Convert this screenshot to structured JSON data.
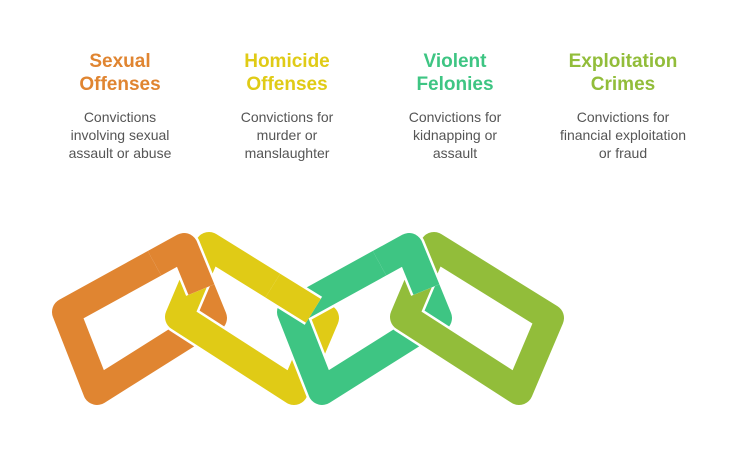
{
  "items": [
    {
      "title_1": "Sexual",
      "title_2": "Offenses",
      "desc_1": "Convictions",
      "desc_2": "involving sexual",
      "desc_3": "assault or abuse",
      "color": "#E08531"
    },
    {
      "title_1": "Homicide",
      "title_2": "Offenses",
      "desc_1": "Convictions for",
      "desc_2": "murder or",
      "desc_3": "manslaughter",
      "color": "#E0CB16"
    },
    {
      "title_1": "Violent",
      "title_2": "Felonies",
      "desc_1": "Convictions for",
      "desc_2": "kidnapping or",
      "desc_3": "assault",
      "color": "#3EC583"
    },
    {
      "title_1": "Exploitation",
      "title_2": "Crimes",
      "desc_1": "Convictions for",
      "desc_2": "financial exploitation",
      "desc_3": "or fraud",
      "color": "#92BD3A"
    }
  ]
}
